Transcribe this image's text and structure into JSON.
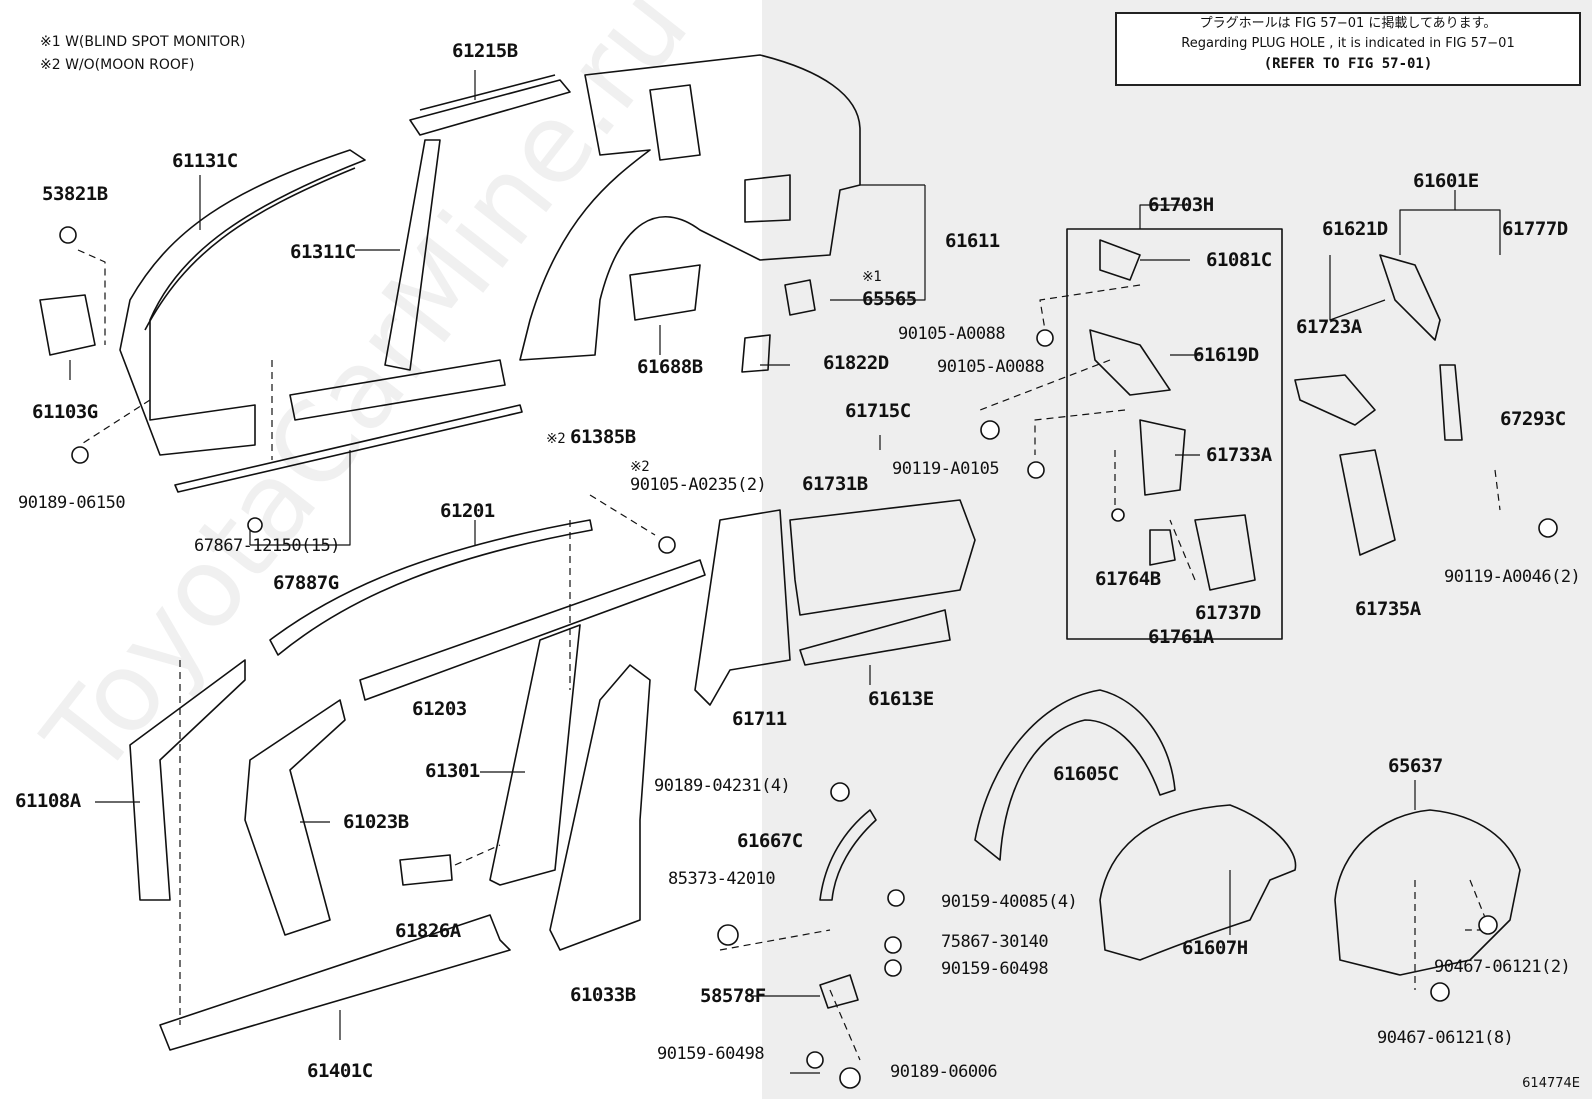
{
  "notes": {
    "note1": "※1 W(BLIND SPOT MONITOR)",
    "note2": "※2 W/O(MOON ROOF)"
  },
  "notice": {
    "line1": "プラグホールは FIG 57−01 に掲載してあります。",
    "line2": "Regarding  PLUG  HOLE , it is indicated in FIG  57−01",
    "line3": "(REFER TO FIG 57-01)"
  },
  "figure_number": "614774E",
  "watermark": "ToyotaCarMine.ru",
  "labels": {
    "p61215B": "61215B",
    "p61131C": "61131C",
    "p53821B": "53821B",
    "p61311C": "61311C",
    "p61611": "61611",
    "p1_65565": "※1",
    "p65565": "65565",
    "p61103G": "61103G",
    "p61688B": "61688B",
    "p61822D": "61822D",
    "p90189_06150": "90189-06150",
    "p2_61385B": "※2",
    "p61385B": "61385B",
    "p2_90105": "※2",
    "p90105_A0235": "90105-A0235(2)",
    "p61201": "61201",
    "p67867": "67867-12150(15)",
    "p67887G": "67887G",
    "p61203": "61203",
    "p61108A": "61108A",
    "p61023B": "61023B",
    "p61301": "61301",
    "p61826A": "61826A",
    "p61033B": "61033B",
    "p61401C": "61401C",
    "p61715C": "61715C",
    "p61731B": "61731B",
    "p61711": "61711",
    "p61613E": "61613E",
    "p61703H": "61703H",
    "p61081C": "61081C",
    "p90105_A0088a": "90105-A0088",
    "p90105_A0088b": "90105-A0088",
    "p61619D": "61619D",
    "p90119_A0105": "90119-A0105",
    "p61733A": "61733A",
    "p61764B": "61764B",
    "p61737D": "61737D",
    "p61761A": "61761A",
    "p61601E": "61601E",
    "p61621D": "61621D",
    "p61777D": "61777D",
    "p61723A": "61723A",
    "p67293C": "67293C",
    "p90119_A0046": "90119-A0046(2)",
    "p61735A": "61735A",
    "p61605C": "61605C",
    "p90189_04231": "90189-04231(4)",
    "p61667C": "61667C",
    "p85373": "85373-42010",
    "p90159_40085": "90159-40085(4)",
    "p75867": "75867-30140",
    "p90159_60498a": "90159-60498",
    "p58578F": "58578F",
    "p90159_60498b": "90159-60498",
    "p90189_06006": "90189-06006",
    "p61607H": "61607H",
    "p65637": "65637",
    "p90467_2": "90467-06121(2)",
    "p90467_8": "90467-06121(8)"
  }
}
